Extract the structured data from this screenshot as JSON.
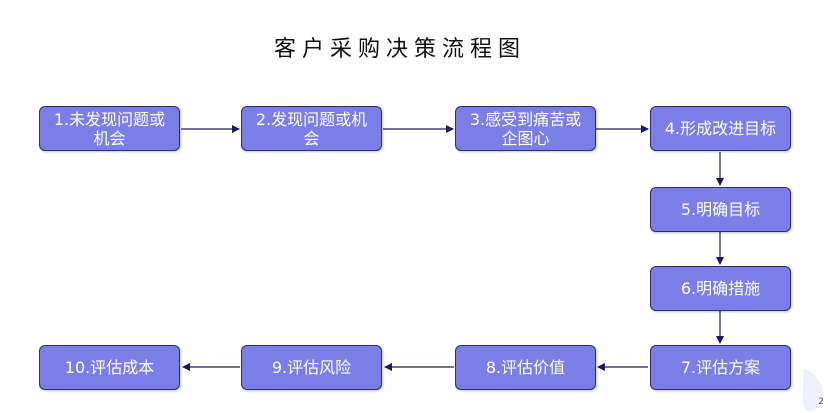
{
  "title": "客户采购决策流程图",
  "page_number": "2",
  "colors": {
    "node_fill": "#7b7ee6",
    "node_border": "#2f2f6f",
    "arrow": "#1a1a5e"
  },
  "nodes": [
    {
      "label": "1.未发现问题或机会"
    },
    {
      "label": "2.发现问题或机会"
    },
    {
      "label": "3.感受到痛苦或企图心"
    },
    {
      "label": "4.形成改进目标"
    },
    {
      "label": "5.明确目标"
    },
    {
      "label": "6.明确措施"
    },
    {
      "label": "7.评估方案"
    },
    {
      "label": "8.评估价值"
    },
    {
      "label": "9.评估风险"
    },
    {
      "label": "10.评估成本"
    }
  ]
}
